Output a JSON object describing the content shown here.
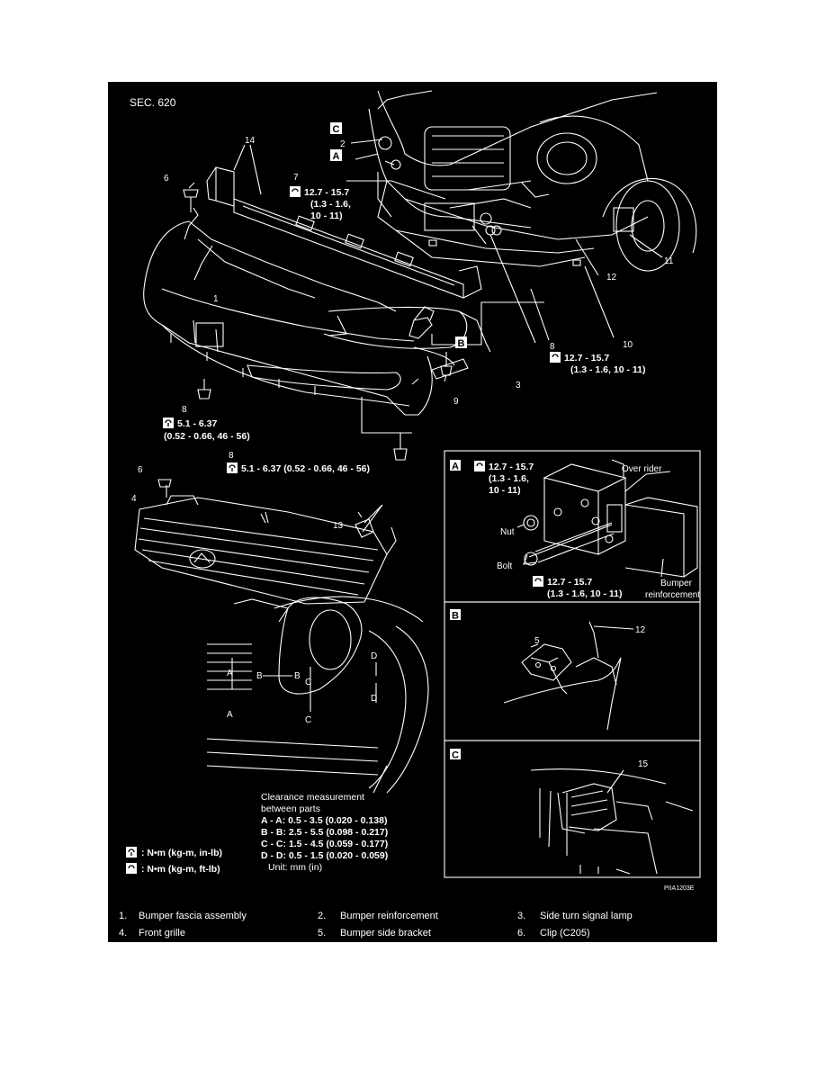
{
  "section": "SEC. 620",
  "callouts": {
    "c1": "1",
    "c2": "2",
    "c3": "3",
    "c4": "4",
    "c5": "5",
    "c6": "6",
    "c6b": "6",
    "c7": "7",
    "c8a": "8",
    "c8b": "8",
    "c8c": "8",
    "c9": "9",
    "c10": "10",
    "c11": "11",
    "c12": "12",
    "c12b": "12",
    "c13": "13",
    "c14": "14",
    "c15": "15"
  },
  "view_tags": {
    "A": "A",
    "B": "B",
    "C": "C"
  },
  "torque": {
    "t7_l1": "12.7 - 15.7",
    "t7_l2": "(1.3 - 1.6,",
    "t7_l3": "10 - 11)",
    "t8r_l1": "12.7 - 15.7",
    "t8r_l2": "(1.3 - 1.6, 10 - 11)",
    "t8l_l1": "5.1 - 6.37",
    "t8l_l2": "(0.52 - 0.66, 46 - 56)",
    "t8m": "5.1 - 6.37 (0.52 - 0.66, 46 - 56)",
    "ta_l1": "12.7 - 15.7",
    "ta_l2": "(1.3 - 1.6,",
    "ta_l3": "10 - 11)",
    "tb_l1": "12.7 - 15.7",
    "tb_l2": "(1.3 - 1.6, 10 - 11)"
  },
  "detail_a": {
    "over_rider": "Over rider",
    "nut": "Nut",
    "bolt": "Bolt",
    "bumper": "Bumper",
    "reinforcement": "reinforcement"
  },
  "clearance": {
    "title1": "Clearance measurement",
    "title2": "between parts",
    "aa": "A - A: 0.5 - 3.5 (0.020 - 0.138)",
    "bb": "B - B: 2.5 - 5.5 (0.098 - 0.217)",
    "cc": "C - C: 1.5 - 4.5 (0.059 - 0.177)",
    "dd": "D - D: 0.5 - 1.5 (0.020 - 0.059)",
    "unit": "Unit: mm (in)",
    "marks": {
      "a1": "A",
      "a2": "A",
      "b1": "B",
      "b2": "B",
      "c1": "C",
      "c2": "C",
      "d1": "D",
      "d2": "D"
    }
  },
  "units_legend": {
    "in_lb": ": N•m (kg-m, in-lb)",
    "ft_lb": ": N•m (kg-m, ft-lb)"
  },
  "figure_code": "PIIA1203E",
  "legend": [
    {
      "num": "1.",
      "label": "Bumper fascia assembly"
    },
    {
      "num": "2.",
      "label": "Bumper reinforcement"
    },
    {
      "num": "3.",
      "label": "Side turn signal lamp"
    },
    {
      "num": "4.",
      "label": "Front grille"
    },
    {
      "num": "5.",
      "label": "Bumper side bracket"
    },
    {
      "num": "6.",
      "label": "Clip (C205)"
    }
  ],
  "colors": {
    "plate": "#000000",
    "ink": "#ffffff"
  }
}
